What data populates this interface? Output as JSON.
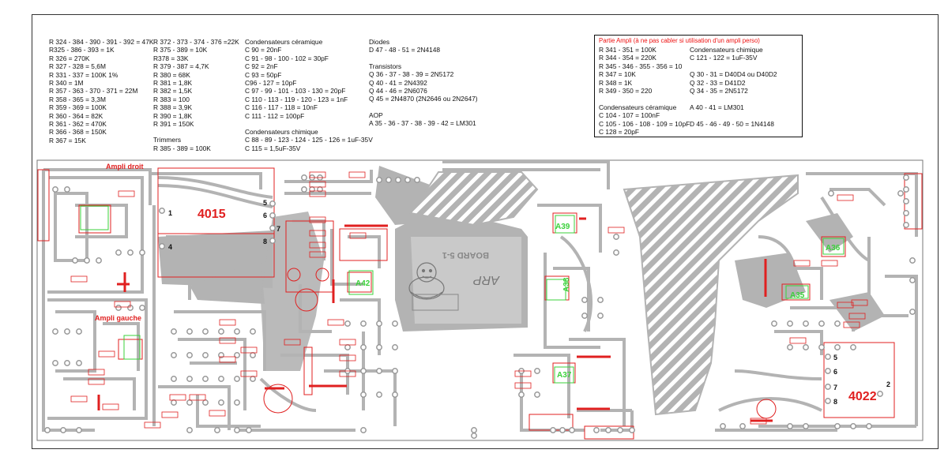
{
  "parts_list": {
    "resistors_a": [
      "R 324 - 384 - 390 - 391 - 392 = 47K",
      "R325 - 386 - 393 = 1K",
      "R 326 = 270K",
      "R 327 - 328 = 5,6M",
      "R 331 - 337 = 100K  1%",
      "R 340 = 1M",
      "R 357 - 363 - 370 - 371 = 22M",
      "R 358 - 365 = 3,3M",
      "R 359 - 369 = 100K",
      "R 360 - 364 = 82K",
      "R 361 - 362 = 470K",
      "R 366 - 368 = 150K",
      "R 367 = 15K"
    ],
    "resistors_b": [
      "R 372 - 373 - 374 - 376 =22K",
      "R 375 - 389 = 10K",
      "R378 = 33K",
      "R 379 - 387 = 4,7K",
      "R 380 = 68K",
      "R 381 = 1,8K",
      "R 382 = 1,5K",
      "R 383 = 100",
      "R 388 = 3,9K",
      "R 390 = 1,8K",
      "R 391 = 150K"
    ],
    "trimmers_title": "Trimmers",
    "trimmers": [
      "R 385 - 389 = 100K"
    ],
    "ceramic_title": "Condensateurs céramique",
    "ceramic": [
      "C 90 = 20nF",
      "C 91 - 98 - 100 - 102 = 30pF",
      "C 92 = 2nF",
      "C 93 = 50pF",
      "C96 - 127 = 10pF",
      "C 97 - 99 - 101 - 103 - 130 = 20pF",
      "C 110 - 113 - 119 - 120 - 123 = 1nF",
      "C 116 - 117 - 118 = 10nF",
      "C 111 - 112 = 100pF"
    ],
    "chem_title": "Condensateurs chimique",
    "chem": [
      "C 88 - 89 - 123 - 124 - 125 - 126 = 1uF-35V",
      "C 115 = 1,5uF-35V"
    ],
    "diodes_title": "Diodes",
    "diodes": [
      "D 47 - 48 - 51 = 2N4148"
    ],
    "transistors_title": "Transistors",
    "transistors": [
      "Q 36 - 37 - 38 - 39 = 2N5172",
      "Q 40 - 41 = 2N4392",
      "Q 44 - 46 = 2N6076",
      "Q 45 = 2N4870 (2N2646 ou 2N2647)"
    ],
    "aop_title": "AOP",
    "aop": [
      "A 35 - 36 - 37 - 38 - 39 - 42 = LM301"
    ]
  },
  "ampli_box": {
    "title": "Partie Ampli (à ne pas cabler si utilisation d'un ampli perso)",
    "left": [
      "R 341 - 351 = 100K",
      "R 344 - 354 = 220K",
      "R 345 - 346 - 355 - 356 = 10",
      "R 347 = 10K",
      "R 348 = 1K",
      "R 349 - 350 = 220",
      "",
      "Condensateurs céramique",
      "C 104 - 107 = 100nF",
      "C 105 - 106 - 108 - 109 = 10pF",
      "C 128 = 20pF"
    ],
    "right": [
      "Condensateurs chimique",
      "C 121 - 122 = 1uF-35V",
      "",
      "Q 30 - 31 = D40D4 ou D40D2",
      "Q 32 - 33 = D41D2",
      "Q 34 - 35 = 2N5172",
      "",
      "A 40 - 41 = LM301",
      "",
      "D 45 - 46 - 49 - 50 = 1N4148"
    ]
  },
  "board": {
    "label_ampli_droit": "Ampli droit",
    "label_ampli_gauche": "Ampli gauche",
    "chip_left": "4015",
    "chip_right": "4022",
    "board_text": "BOARD  5-1",
    "arp_text": "ARP",
    "pins_left": [
      "1",
      "4",
      "5",
      "6",
      "7",
      "8"
    ],
    "pins_right": [
      "5",
      "6",
      "7",
      "8",
      "2"
    ],
    "aop_labels": [
      "A39",
      "A42",
      "A38",
      "A37",
      "A36",
      "A35"
    ],
    "colors": {
      "copper": "#b3b3b3",
      "pad": "#ffffff",
      "silk": "#e02020",
      "part": "#3bd13b",
      "bg": "#ffffff"
    }
  }
}
